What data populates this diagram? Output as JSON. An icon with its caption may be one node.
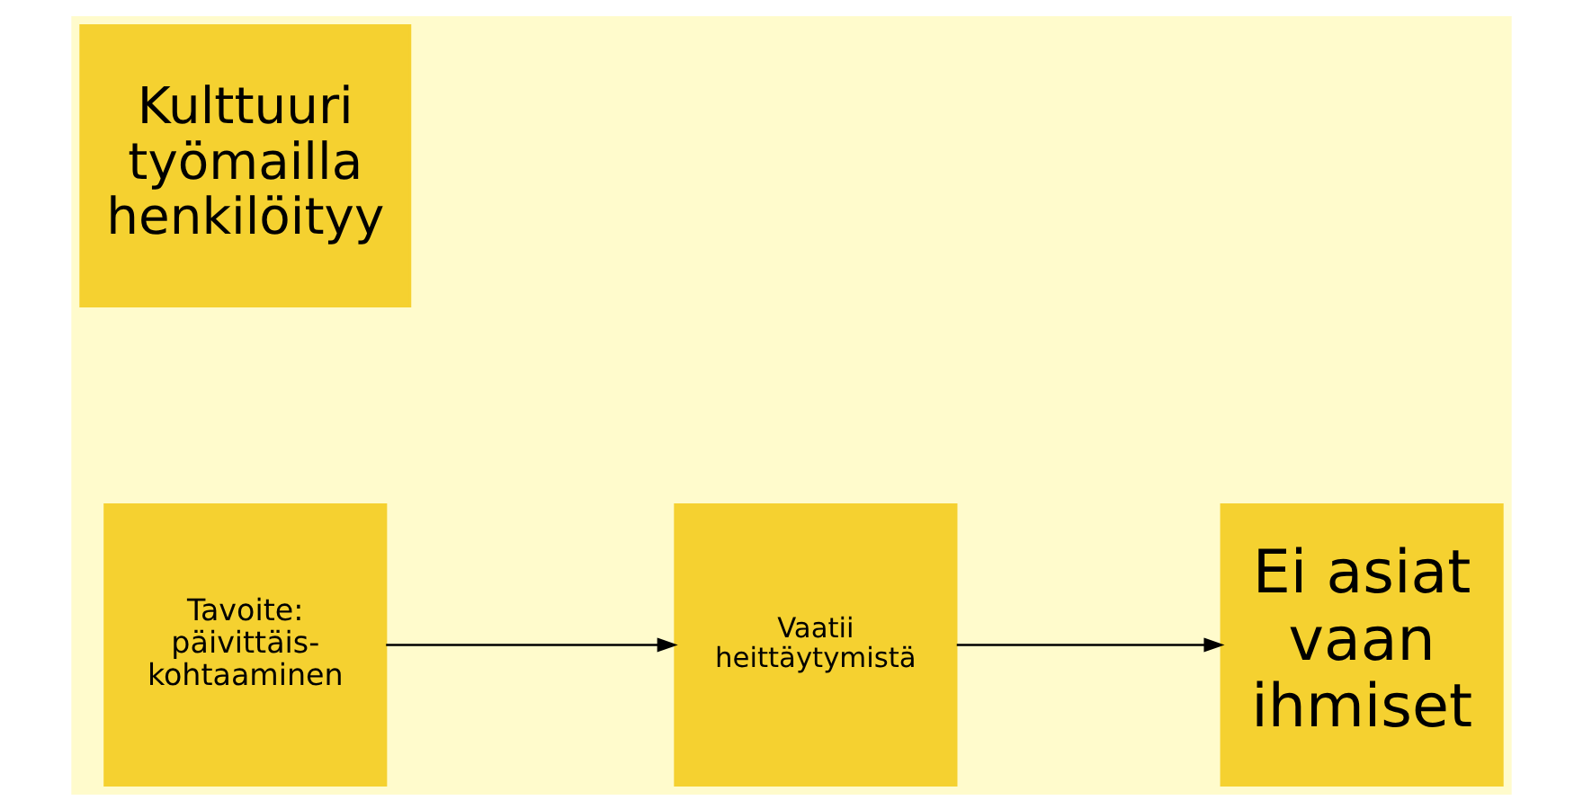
{
  "diagram": {
    "nodes": [
      {
        "text": [
          "Tavoite: päivittäis- kohtaaminen"
        ]
      },
      {
        "text": [
          "Vaatii heittäytymistä"
        ]
      },
      {
        "text": [
          "Ei asiat vaan ihmiset"
        ]
      },
      {
        "text": [
          "Kulttuuri työmailla henkilöityy"
        ]
      }
    ],
    "edges": [
      {
        "from": 0,
        "to": 1,
        "arrow": "to"
      },
      {
        "from": 1,
        "to": 2,
        "arrow": "to"
      }
    ]
  }
}
